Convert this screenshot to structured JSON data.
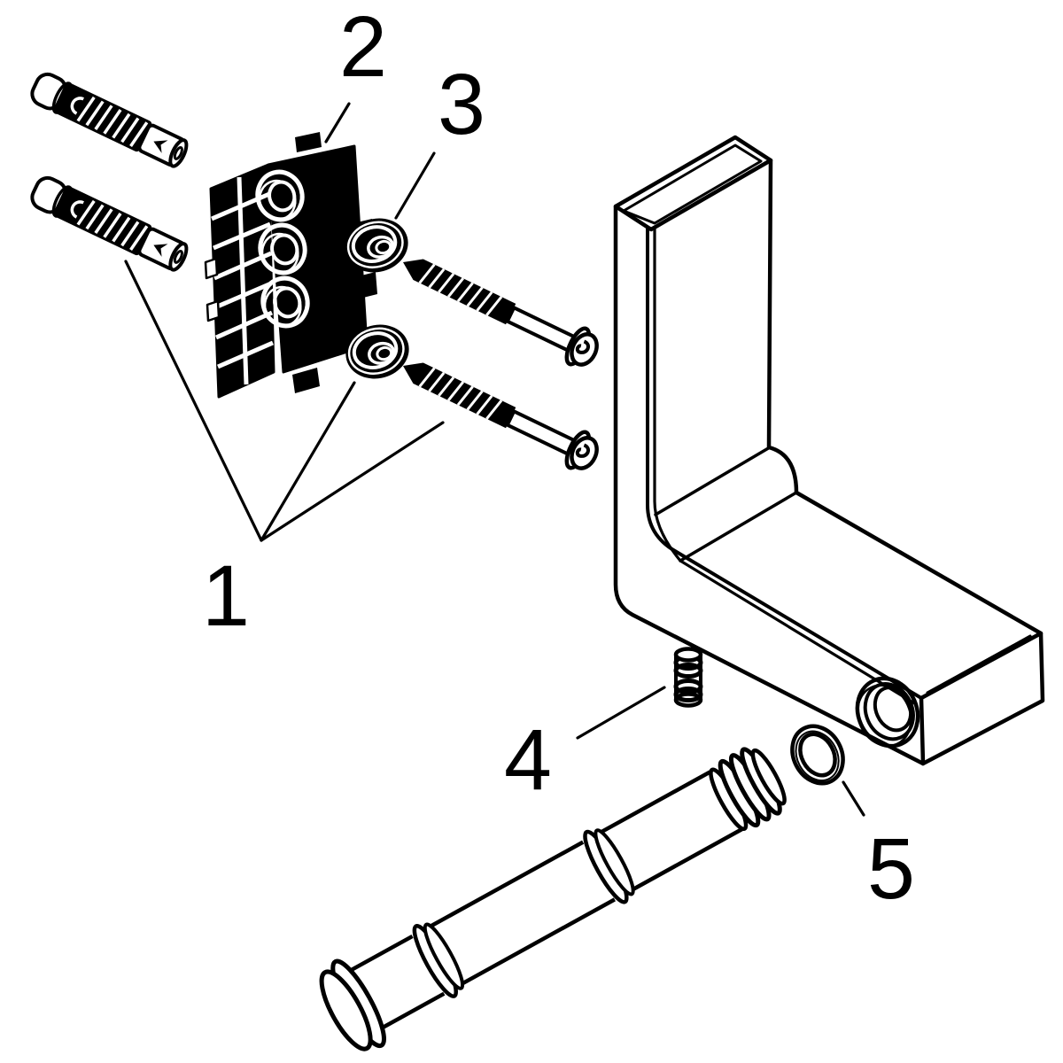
{
  "diagram": {
    "background": "#ffffff",
    "line_color": "#000000",
    "callouts": {
      "c1": "1",
      "c2": "2",
      "c3": "3",
      "c4": "4",
      "c5": "5"
    }
  }
}
